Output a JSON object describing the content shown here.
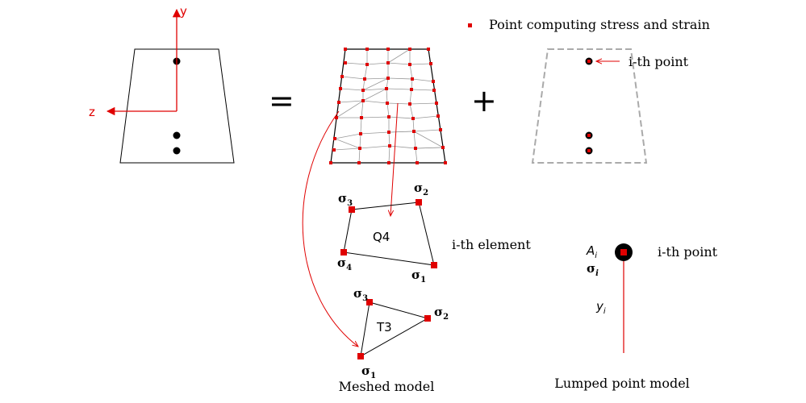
{
  "legend": {
    "text": "Point computing stress and strain",
    "marker_color": "#e00000"
  },
  "section": {
    "axis_y": "y",
    "axis_z": "z",
    "equals": "=",
    "plus": "+"
  },
  "meshed": {
    "caption": "Meshed model",
    "q4": {
      "name": "Q4",
      "s1": "σ",
      "s1_sub": "1",
      "s2": "σ",
      "s2_sub": "2",
      "s3": "σ",
      "s3_sub": "3",
      "s4": "σ",
      "s4_sub": "4",
      "label": "i-th element"
    },
    "t3": {
      "name": "T3",
      "s1": "σ",
      "s1_sub": "1",
      "s2": "σ",
      "s2_sub": "2",
      "s3": "σ",
      "s3_sub": "3"
    }
  },
  "lumped": {
    "caption": "Lumped point model",
    "ith_point": "i-th point",
    "area": "A",
    "area_sub": "i",
    "stress": "σ",
    "stress_sub": "i",
    "dist": "y",
    "dist_sub": "i",
    "point_label": "i-th point"
  },
  "colors": {
    "red": "#e00000",
    "black": "#000000",
    "gray": "#aaaaaa",
    "mesh": "#999999"
  }
}
